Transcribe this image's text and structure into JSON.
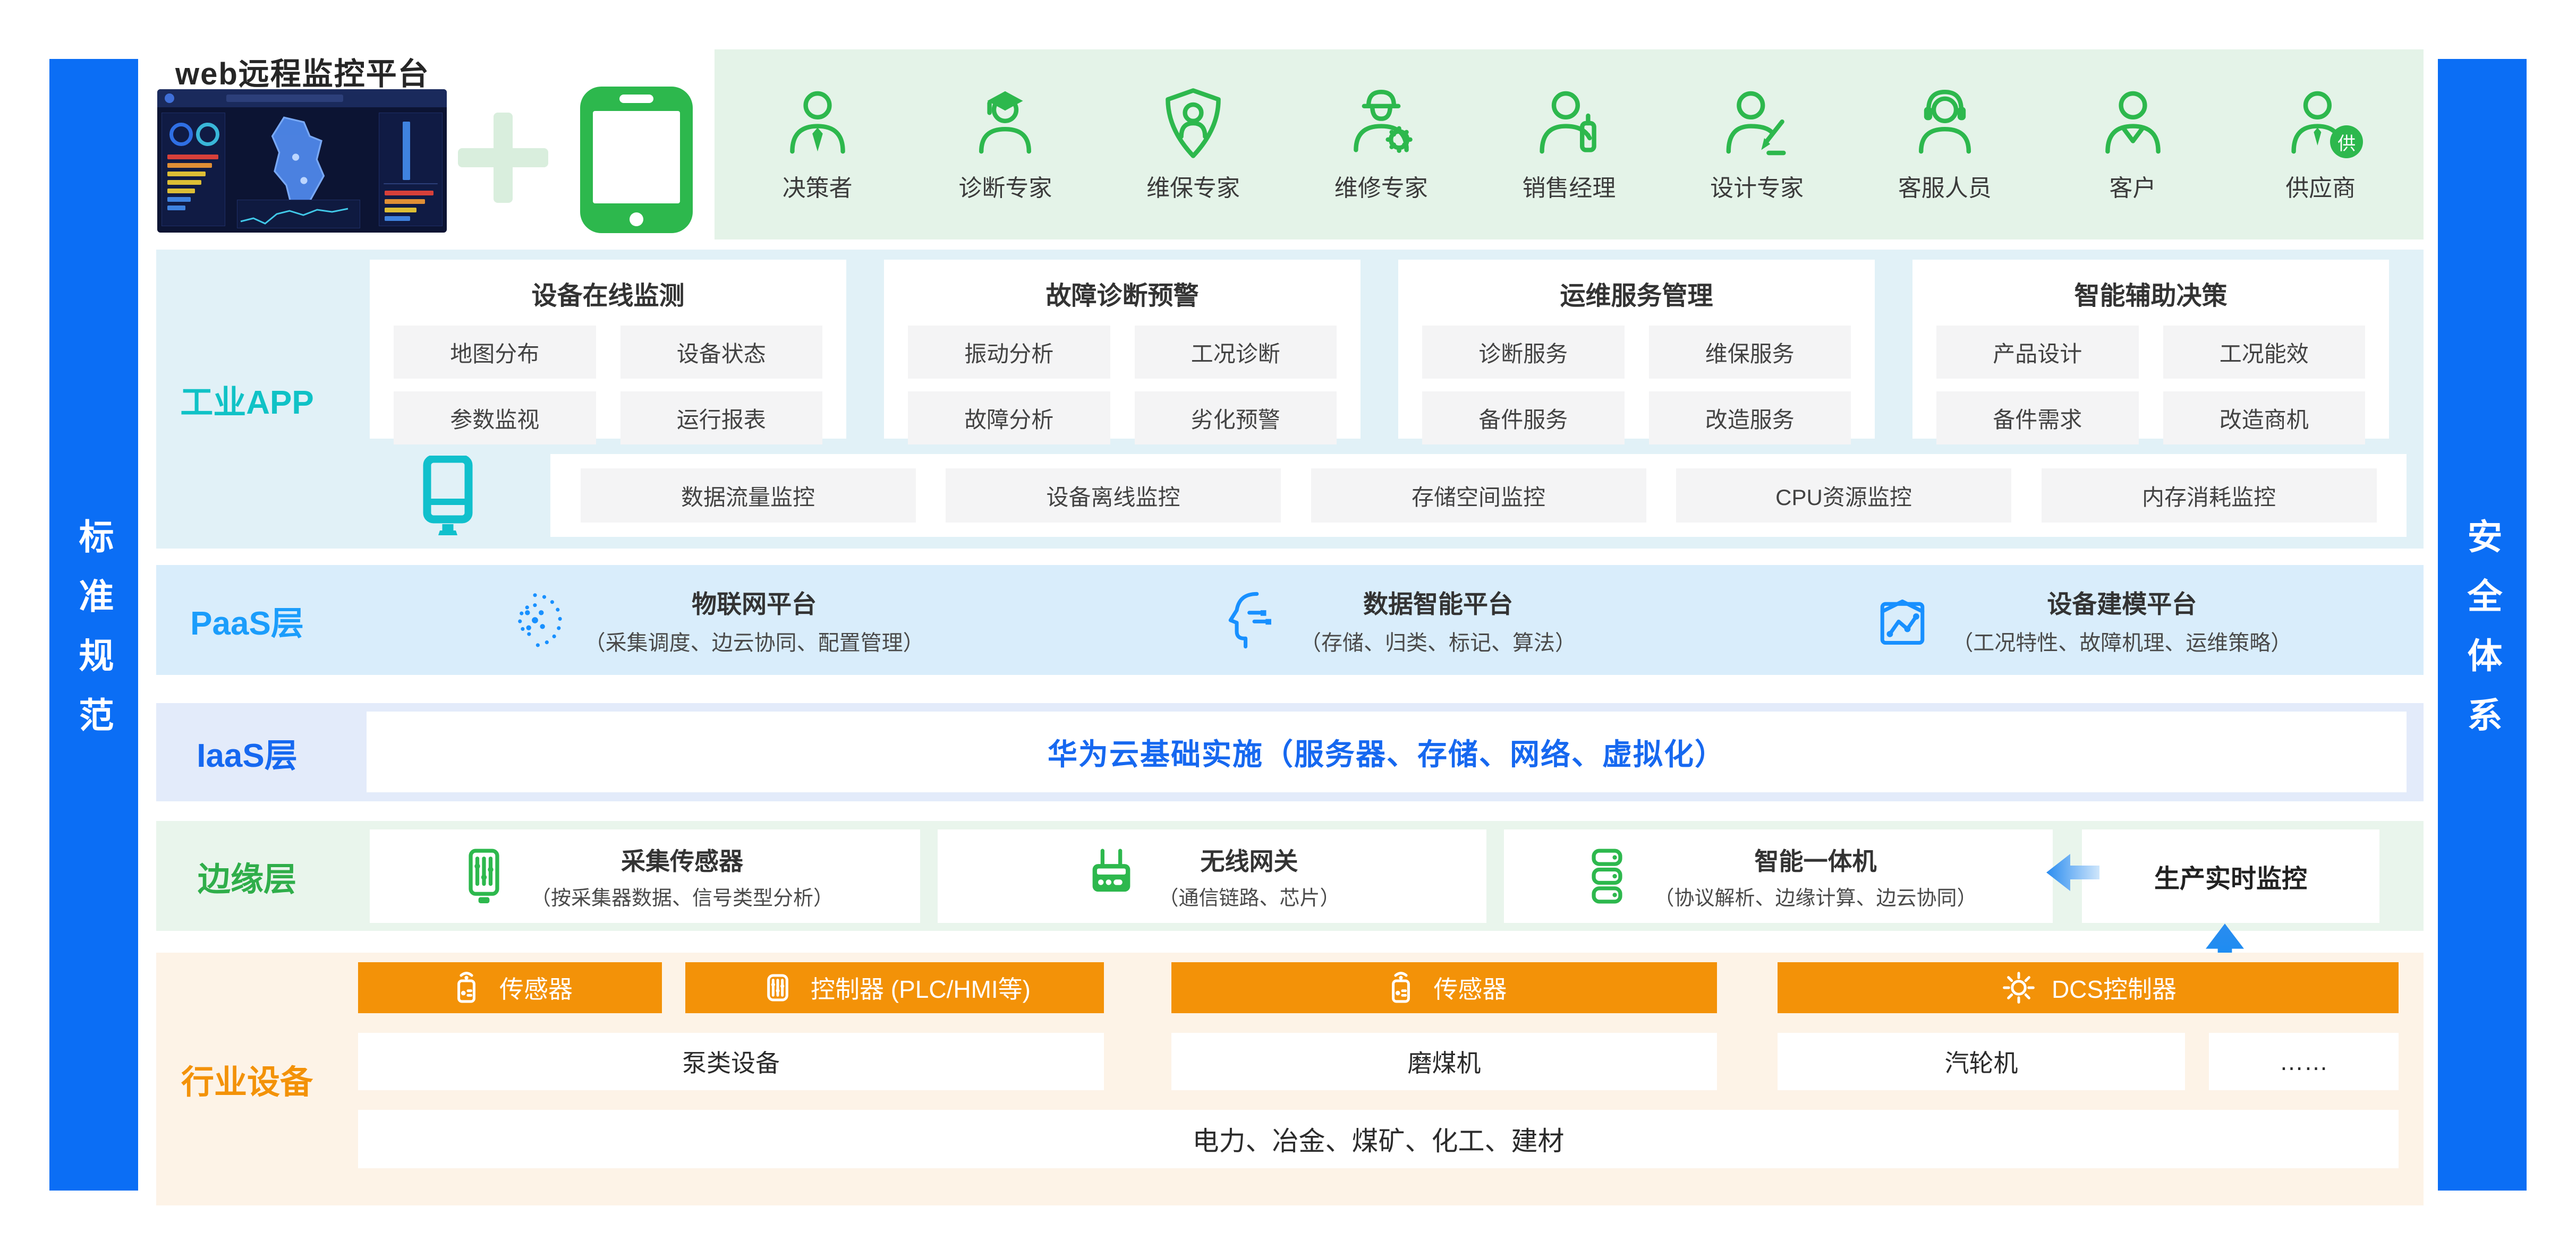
{
  "sidebars": {
    "left": "标准规范",
    "right": "安全体系"
  },
  "header": {
    "title": "web远程监控平台",
    "personas": [
      {
        "label": "决策者"
      },
      {
        "label": "诊断专家"
      },
      {
        "label": "维保专家"
      },
      {
        "label": "维修专家"
      },
      {
        "label": "销售经理"
      },
      {
        "label": "设计专家"
      },
      {
        "label": "客服人员"
      },
      {
        "label": "客户"
      },
      {
        "label": "供应商",
        "badge": "供"
      }
    ]
  },
  "app_layer": {
    "label": "工业APP",
    "groups": [
      {
        "title": "设备在线监测",
        "items": [
          "地图分布",
          "设备状态",
          "参数监视",
          "运行报表"
        ]
      },
      {
        "title": "故障诊断预警",
        "items": [
          "振动分析",
          "工况诊断",
          "故障分析",
          "劣化预警"
        ]
      },
      {
        "title": "运维服务管理",
        "items": [
          "诊断服务",
          "维保服务",
          "备件服务",
          "改造服务"
        ]
      },
      {
        "title": "智能辅助决策",
        "items": [
          "产品设计",
          "工况能效",
          "备件需求",
          "改造商机"
        ]
      }
    ],
    "monitor_items": [
      "数据流量监控",
      "设备离线监控",
      "存储空间监控",
      "CPU资源监控",
      "内存消耗监控"
    ]
  },
  "paas_layer": {
    "label": "PaaS层",
    "platforms": [
      {
        "title": "物联网平台",
        "subtitle": "（采集调度、边云协同、配置管理）"
      },
      {
        "title": "数据智能平台",
        "subtitle": "（存储、归类、标记、算法）"
      },
      {
        "title": "设备建模平台",
        "subtitle": "（工况特性、故障机理、运维策略）"
      }
    ]
  },
  "iaas_layer": {
    "label": "IaaS层",
    "content": "华为云基础实施（服务器、存储、网络、虚拟化）"
  },
  "edge_layer": {
    "label": "边缘层",
    "nodes": [
      {
        "title": "采集传感器",
        "subtitle": "（按采集器数据、信号类型分析）"
      },
      {
        "title": "无线网关",
        "subtitle": "（通信链路、芯片）"
      },
      {
        "title": "智能一体机",
        "subtitle": "（协议解析、边缘计算、边云协同）"
      }
    ],
    "production": "生产实时监控"
  },
  "device_layer": {
    "label": "行业设备",
    "headers": [
      "传感器",
      "控制器 (PLC/HMI等)",
      "传感器",
      "DCS控制器"
    ],
    "devices": [
      "泵类设备",
      "磨煤机",
      "汽轮机",
      "……"
    ],
    "industries": "电力、冶金、煤矿、化工、建材"
  },
  "colors": {
    "sidebar_blue": "#0b6ef5",
    "persona_green": "#2db84d",
    "app_teal": "#10c2c6",
    "paas_blue": "#1b9dfb",
    "icon_blue": "#1890ff",
    "iaas_blue": "#1668f0",
    "edge_green": "#2fae4a",
    "device_orange": "#f39208",
    "arrow_blue": "#2a8cf0"
  }
}
